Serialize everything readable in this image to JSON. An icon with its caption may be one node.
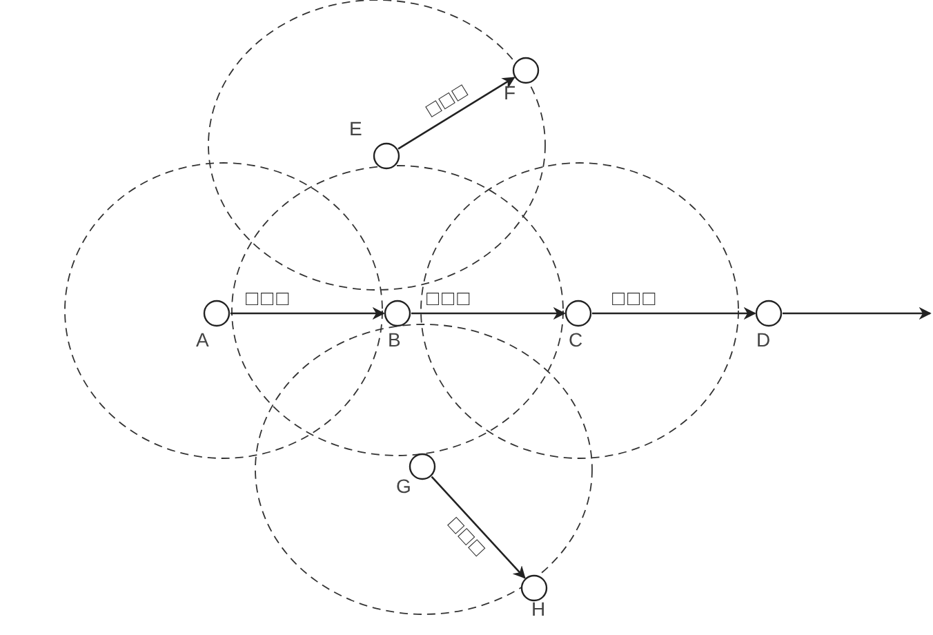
{
  "diagram": {
    "nodes": [
      {
        "text": [
          "A"
        ]
      },
      {
        "text": [
          "B"
        ]
      },
      {
        "text": [
          "C"
        ]
      },
      {
        "text": [
          "D"
        ]
      },
      {
        "text": [
          "E"
        ]
      },
      {
        "text": [
          "F"
        ]
      },
      {
        "text": [
          "G"
        ]
      },
      {
        "text": [
          "H"
        ]
      }
    ],
    "edges": [
      {
        "from": 0,
        "to": 1,
        "arrow": "to",
        "label": "□□□"
      },
      {
        "from": 1,
        "to": 2,
        "arrow": "to",
        "label": "□□□"
      },
      {
        "from": 2,
        "to": 3,
        "arrow": "to",
        "label": "□□□"
      },
      {
        "from": 3,
        "to": null,
        "arrow": "to"
      },
      {
        "from": 4,
        "to": 5,
        "arrow": "to",
        "label": "□□□"
      },
      {
        "from": 6,
        "to": 7,
        "arrow": "to",
        "label": "□□□"
      }
    ]
  }
}
